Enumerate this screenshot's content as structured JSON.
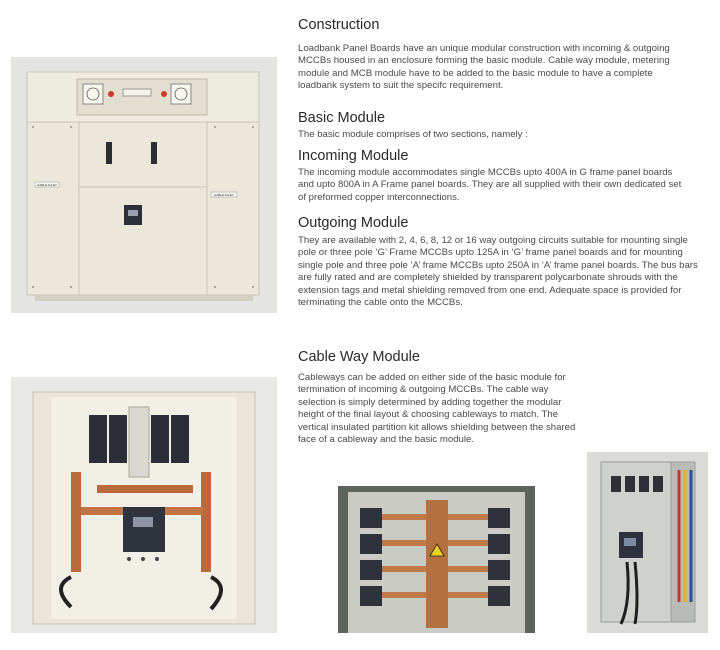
{
  "sections": {
    "construction": {
      "heading": "Construction",
      "body": "Loadbank Panel Boards have an unique modular construction with incoming & outgoing MCCBs housed in an enclosure forming the basic module. Cable way module, metering module and MCB module have to be added to the basic module to have a complete loadbank system to suit the specifc requirement."
    },
    "basic_module": {
      "heading": "Basic Module",
      "body": "The basic module comprises of two sections, namely :"
    },
    "incoming_module": {
      "heading": "Incoming Module",
      "body": "The incoming module accommodates single MCCBs upto 400A in G frame panel boards and upto 800A in A Frame panel boards. They are all supplied with their own dedicated set of preformed copper interconnections."
    },
    "outgoing_module": {
      "heading": "Outgoing Module",
      "body": "They are available with 2, 4, 6, 8, 12 or 16 way outgoing circuits suitable for mounting single pole or three pole ‘G’ Frame MCCBs upto 125A in ‘G’ frame panel boards and for mounting single pole and three pole ‘A’ frame MCCBs upto 250A in ‘A’ frame panel boards. The bus bars are fully rated and are completely shielded by transparent polycarbonate shrouds with the extension tags and metal shielding removed from one end. Adequate space is provided for terminating the cable onto the MCCBs."
    },
    "cable_way_module": {
      "heading": "Cable Way Module",
      "body": "Cableways can be added on either side of the basic module for termination of incoming & outgoing MCCBs. The cable way selection is simply determined by adding together the modular height of the final layout & choosing cableways to match. The vertical insulated partition kit allows shielding between the shared face of a cableway and the basic module."
    }
  },
  "photo_labels": {
    "cable_left": "CABLE ALLEY",
    "cable_right": "CABLE ALLEY"
  },
  "colors": {
    "panel_cream": "#ece9dc",
    "copper": "#b86a3a",
    "photo_bg": "#e6e6e4"
  }
}
